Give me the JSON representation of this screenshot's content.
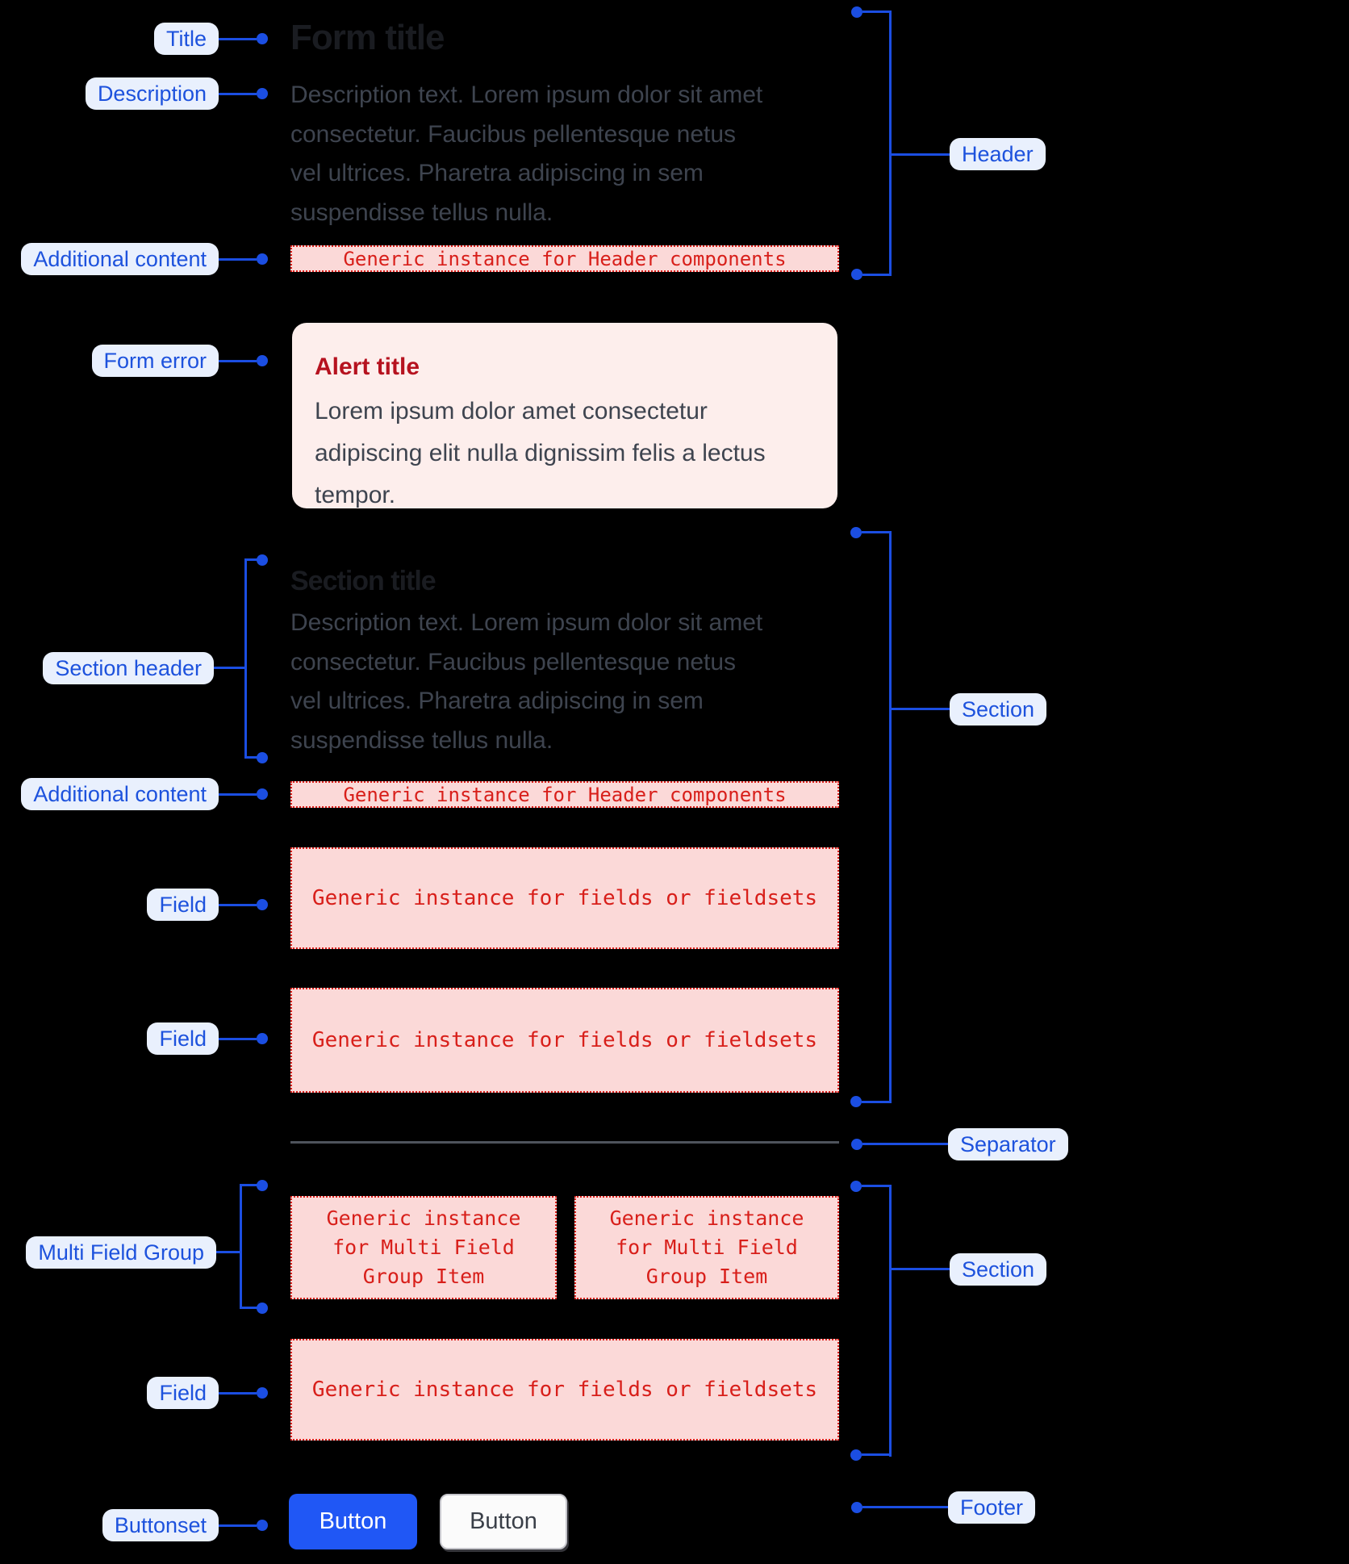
{
  "labels": {
    "title": "Title",
    "description": "Description",
    "additional_content": "Additional content",
    "form_error": "Form error",
    "section_header": "Section header",
    "additional_content_2": "Additional content",
    "field_1": "Field",
    "field_2": "Field",
    "multi_field_group": "Multi Field Group",
    "field_3": "Field",
    "buttonset": "Buttonset",
    "header": "Header",
    "section_1": "Section",
    "separator": "Separator",
    "section_2": "Section",
    "footer": "Footer"
  },
  "form": {
    "title": "Form title",
    "description_lines": [
      "Description text. Lorem ipsum dolor sit amet",
      "consectetur. Faucibus pellentesque netus",
      "vel ultrices. Pharetra adipiscing in sem",
      "suspendisse tellus nulla."
    ],
    "header_placeholder": "Generic instance for Header components",
    "alert": {
      "title": "Alert title",
      "body_lines": [
        "Lorem ipsum dolor amet consectetur",
        "adipiscing elit nulla dignissim felis a lectus",
        "tempor."
      ]
    },
    "section": {
      "title": "Section title",
      "description_lines": [
        "Description text. Lorem ipsum dolor sit amet",
        "consectetur. Faucibus pellentesque netus",
        "vel ultrices. Pharetra adipiscing in sem",
        "suspendisse tellus nulla."
      ],
      "header_placeholder": "Generic instance for Header components",
      "field_placeholder": "Generic instance for fields or fieldsets",
      "multi_item_lines": [
        "Generic instance",
        "for Multi Field",
        "Group Item"
      ]
    },
    "buttons": {
      "primary_label": "Button",
      "secondary_label": "Button"
    }
  },
  "colors": {
    "background": "#000000",
    "annotation_blue": "#1b4ee2",
    "pill_bg": "#e9f0fd",
    "pill_text": "#1d52dd",
    "heading_text": "#1a1c21",
    "body_text": "#3e444f",
    "placeholder_bg": "#fbd9d8",
    "placeholder_red": "#d81f1a",
    "alert_bg": "#fdeeec",
    "alert_title_red": "#b6121f",
    "separator_gray": "#4e535c",
    "primary_button_blue": "#2057f5",
    "secondary_button_bg": "#fbfbfb"
  }
}
